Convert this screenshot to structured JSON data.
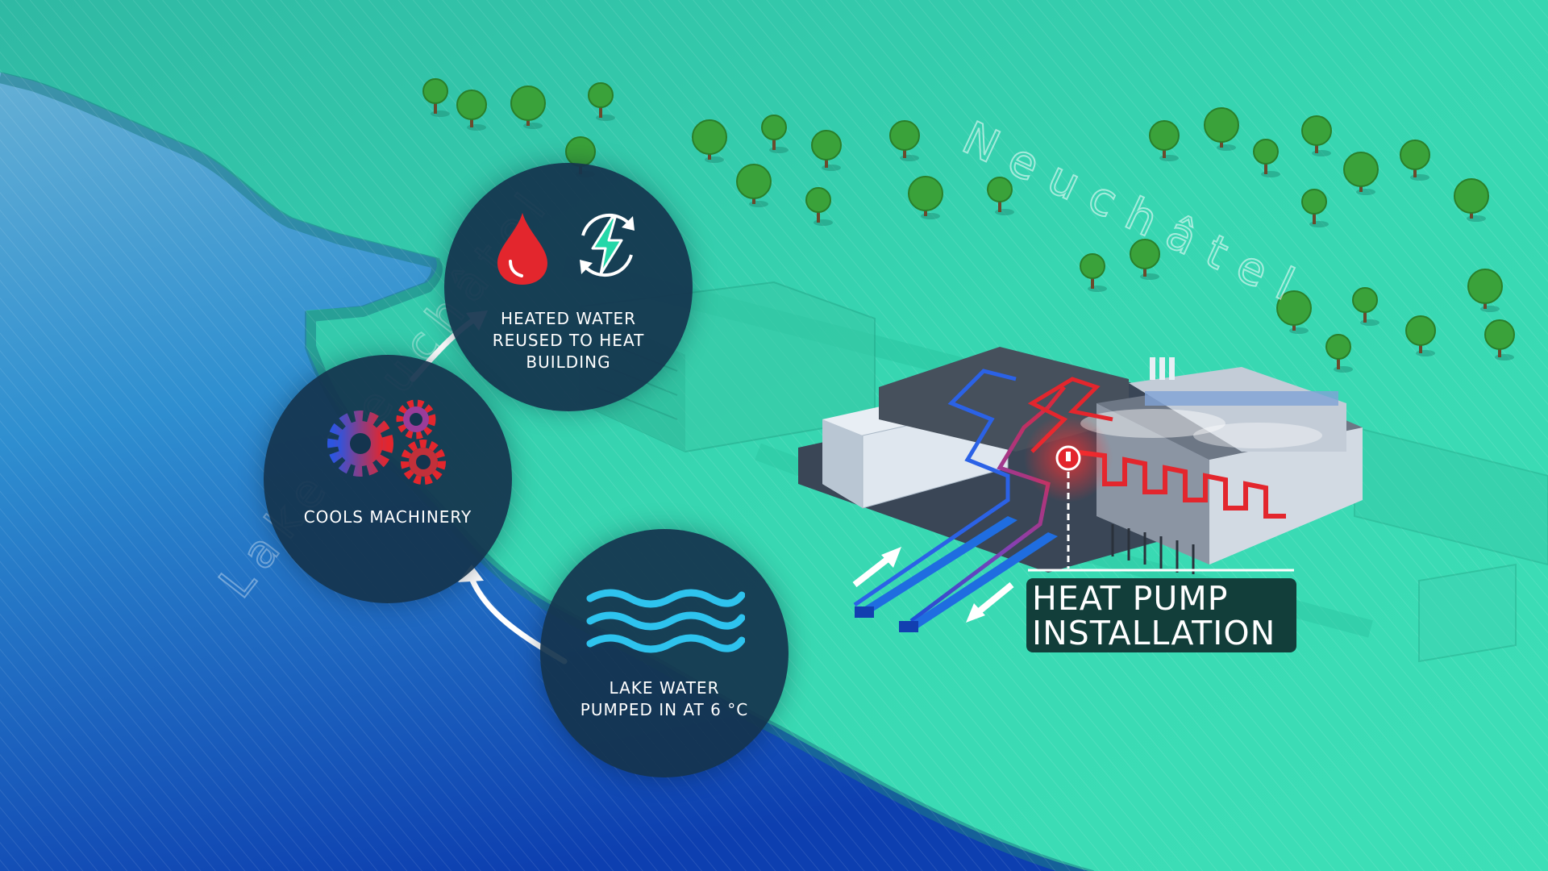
{
  "map_labels": {
    "city": "Neuchâtel",
    "lake": "Lake Neuchâtel"
  },
  "steps": [
    {
      "label": "HEATED WATER\nREUSED TO HEAT\nBUILDING",
      "icons": [
        "water-drop-icon",
        "energy-recycle-icon"
      ]
    },
    {
      "label": "COOLS MACHINERY",
      "icons": [
        "gears-icon"
      ]
    },
    {
      "label": "LAKE WATER\nPUMPED IN AT 6 °C",
      "icons": [
        "waves-icon"
      ]
    }
  ],
  "callout": {
    "label": "HEAT PUMP\nINSTALLATION"
  },
  "colors": {
    "land": "#33d3ad",
    "water": "#1769c8",
    "circle": "#14344e",
    "hot": "#e3262d",
    "cold": "#1b4fd9",
    "tree": "#3aa23a"
  }
}
